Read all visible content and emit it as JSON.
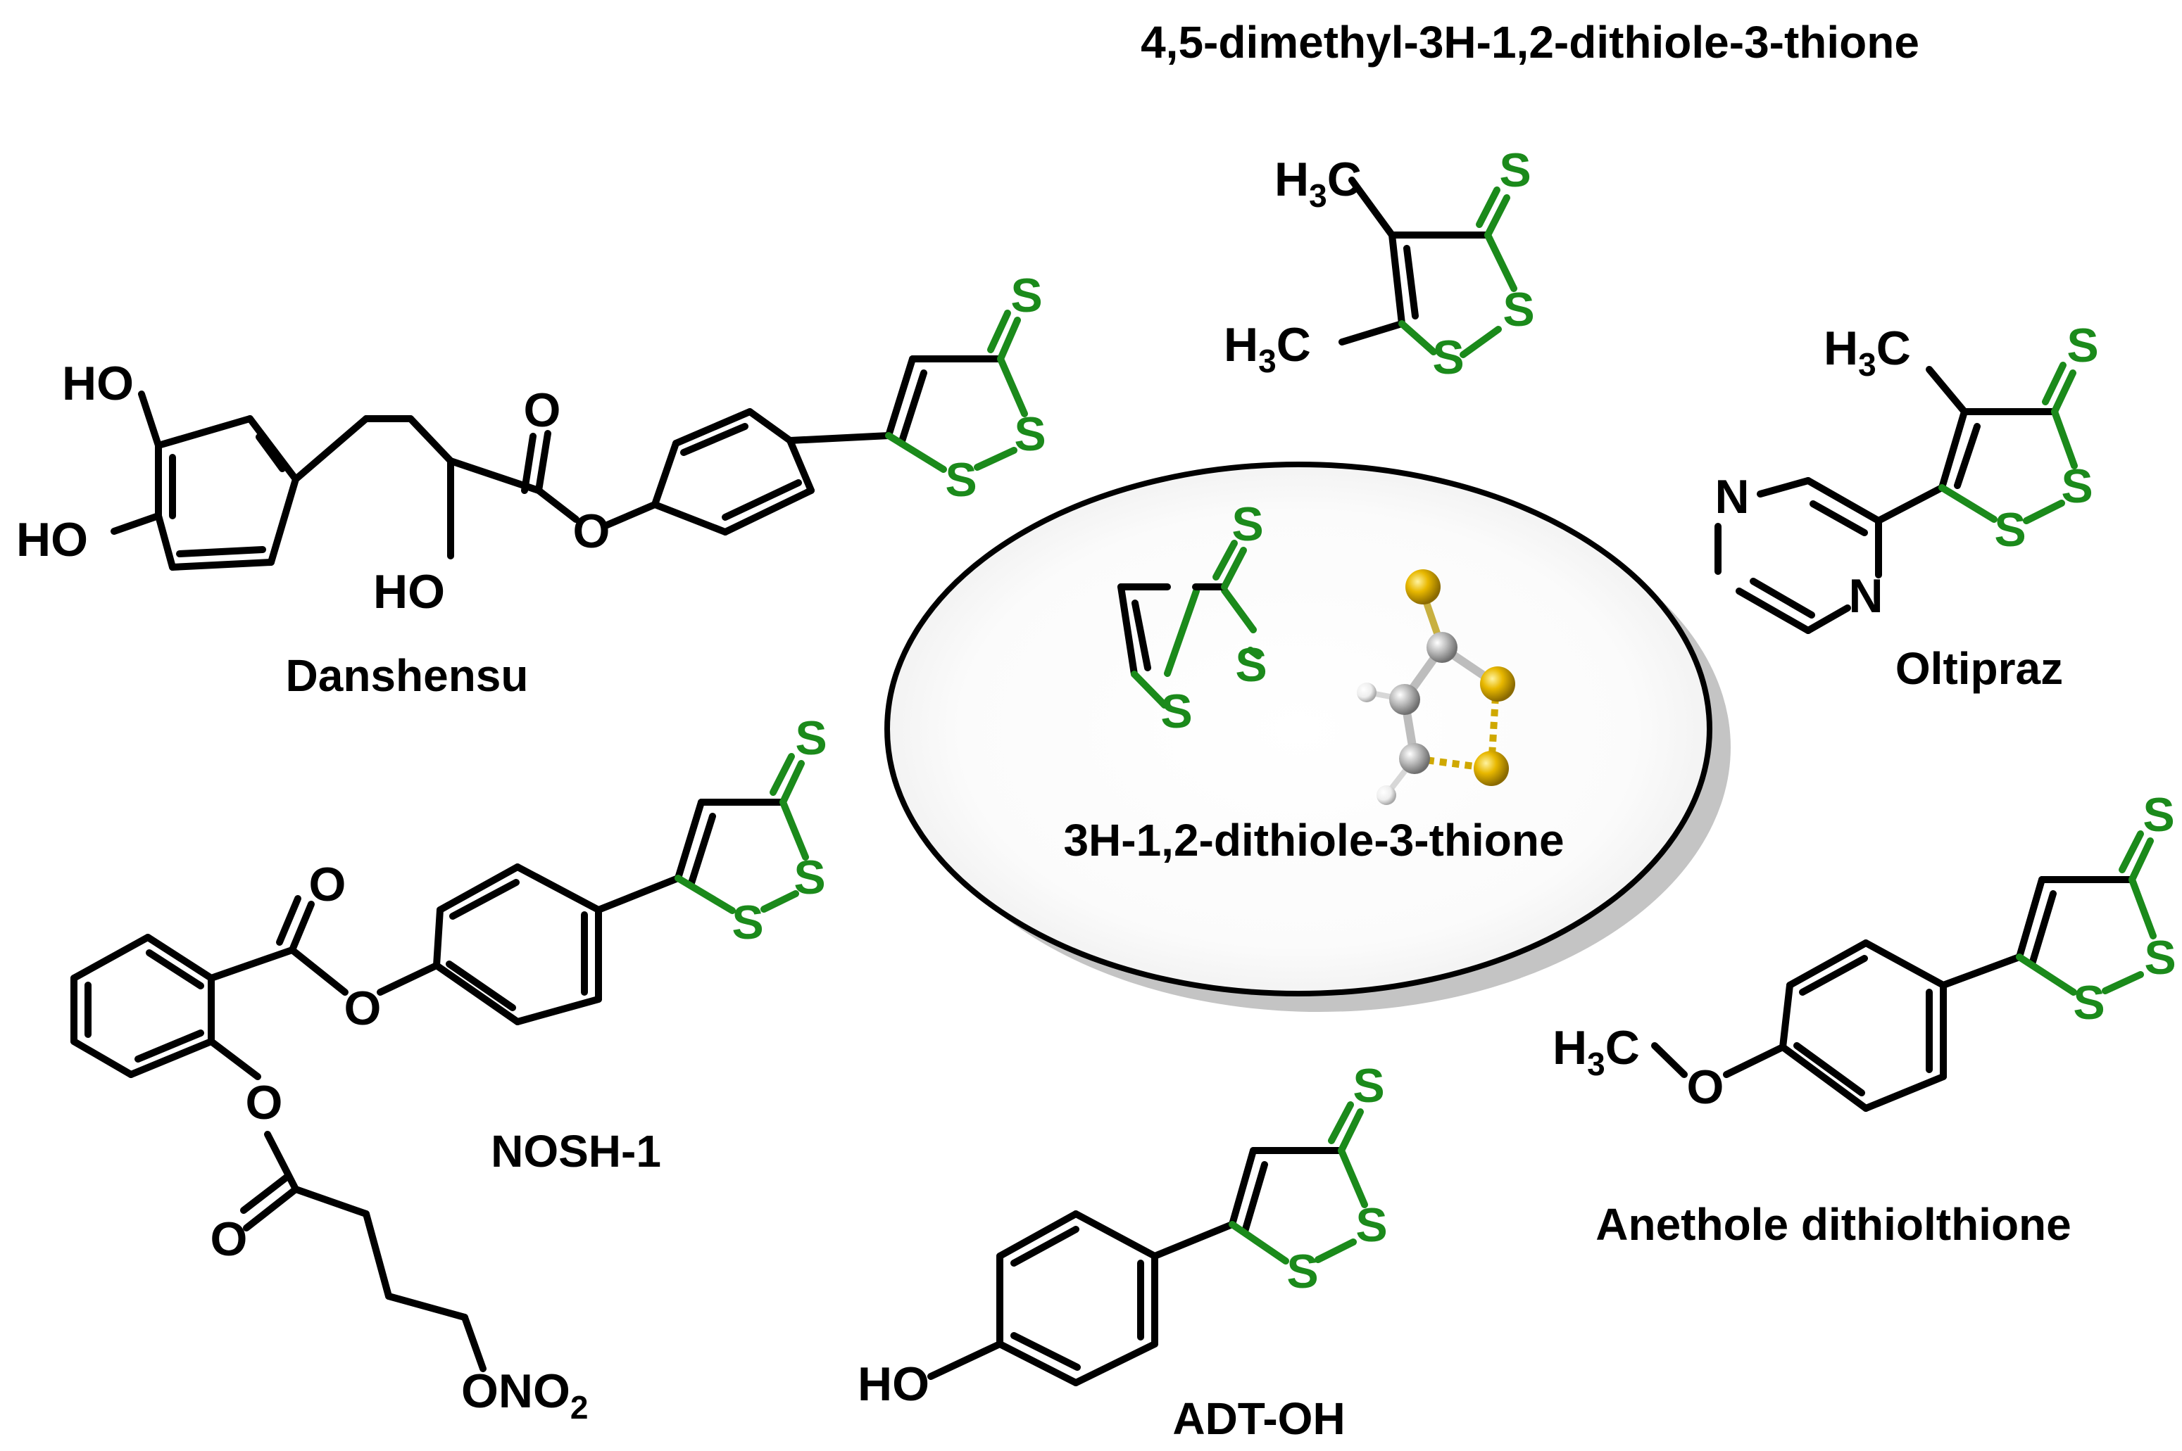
{
  "names": {
    "dimethyl": "4,5-dimethyl-3H-1,2-dithiole-3-thione",
    "core": "3H-1,2-dithiole-3-thione",
    "danshensu": "Danshensu",
    "oltipraz": "Oltipraz",
    "nosh": "NOSH-1",
    "anethole": "Anethole dithiolthione",
    "adtoh": "ADT-OH"
  },
  "atoms": {
    "sulfur": "S",
    "oxygen": "O",
    "nitrogen": "N",
    "hydroxyl": "HO",
    "carbon": "C",
    "hydrogen": "H",
    "nitrate_prefix": "ONO",
    "two": "2",
    "three": "3"
  },
  "colors": {
    "dithiolethione": "#1b8a1b",
    "bonds": "#000000",
    "sulfur_sphere": "#e8b800",
    "carbon_sphere": "#b9b9b9",
    "hydrogen_sphere": "#f2f2f2"
  }
}
